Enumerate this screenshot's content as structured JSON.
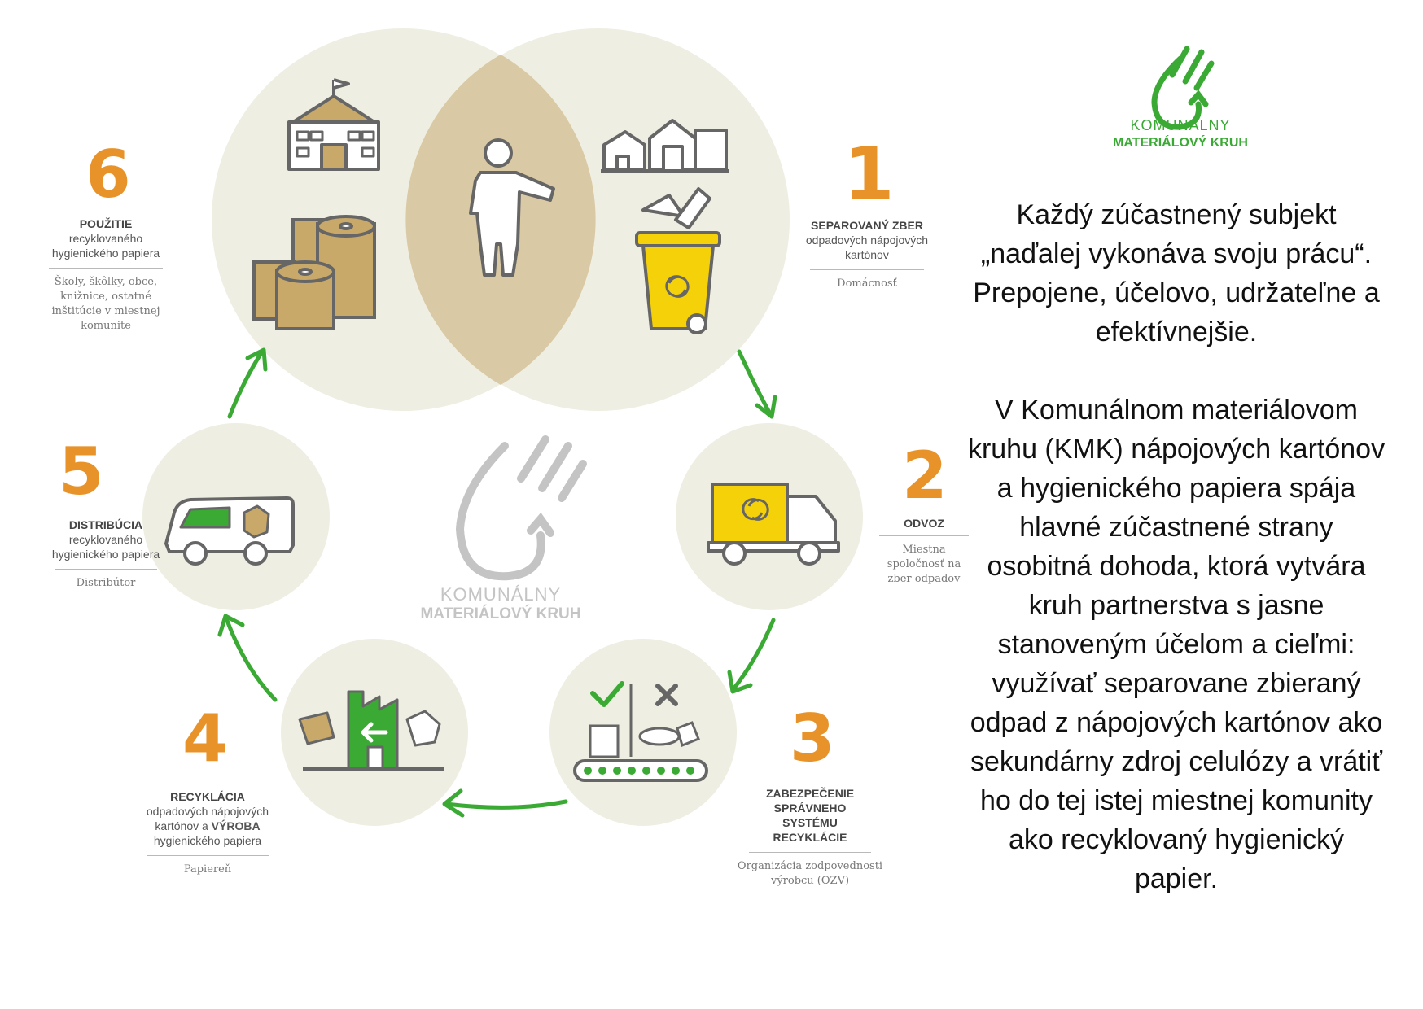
{
  "steps": [
    {
      "num": "1",
      "title": "SEPAROVANÝ ZBER",
      "desc": "odpadových nápojových kartónov",
      "actor": "Domácnosť"
    },
    {
      "num": "2",
      "title": "ODVOZ",
      "desc": "",
      "actor": "Miestna spoločnosť na zber odpadov"
    },
    {
      "num": "3",
      "title": "ZABEZPEČENIE SPRÁVNEHO SYSTÉMU RECYKLÁCIE",
      "desc": "",
      "actor": "Organizácia zodpovednosti výrobcu (OZV)"
    },
    {
      "num": "4",
      "title": "RECYKLÁCIA",
      "desc_a": "odpadových nápojových kartónov a",
      "desc_b": "VÝROBA",
      "desc_c": "hygienického papiera",
      "actor": "Papiereň"
    },
    {
      "num": "5",
      "title": "DISTRIBÚCIA",
      "desc": "recyklovaného hygienického papiera",
      "actor": "Distribútor"
    },
    {
      "num": "6",
      "title": "POUŽITIE",
      "desc": "recyklovaného hygienického papiera",
      "actor": "Školy, škôlky, obce, knižnice, ostatné inštitúcie v miestnej komunite"
    }
  ],
  "logo": {
    "line1": "KOMUNÁLNY",
    "line2": "MATERIÁLOVÝ KRUH"
  },
  "center_logo": {
    "line1": "KOMUNÁLNY",
    "line2": "MATERIÁLOVÝ KRUH"
  },
  "text": {
    "p1": "Každý zúčastnený subjekt „naďalej vykonáva svoju prácu“. Prepojene, účelovo, udržateľne a efektívnejšie.",
    "p2": "V Komunálnom materiálovom kruhu (KMK) nápojových kartónov a hygienického papiera spája hlavné zúčastnené strany osobitná dohoda, ktorá vytvára kruh partnerstva s jasne stanoveným účelom a cieľmi: využívať separovane zbieraný odpad z nápojových kartónov ako sekundárny zdroj celulózy a vrátiť ho do tej istej miestnej komunity ako recyklovaný hygienický papier."
  },
  "colors": {
    "accent_orange": "#e8932a",
    "green": "#3aaa35",
    "circle_beige": "#efeee2",
    "overlap": "#d9c9a4",
    "yellow": "#f5d10a",
    "paper": "#c8a96a",
    "icon_gray": "#666666",
    "logo_gray": "#c4c4c4"
  },
  "icons": [
    "school-icon",
    "paper-rolls-icon",
    "person-icon",
    "houses-icon",
    "recycling-bin-icon",
    "truck-icon",
    "sorting-conveyor-icon",
    "factory-icon",
    "van-icon",
    "hand-logo-icon",
    "arrow-icon"
  ]
}
